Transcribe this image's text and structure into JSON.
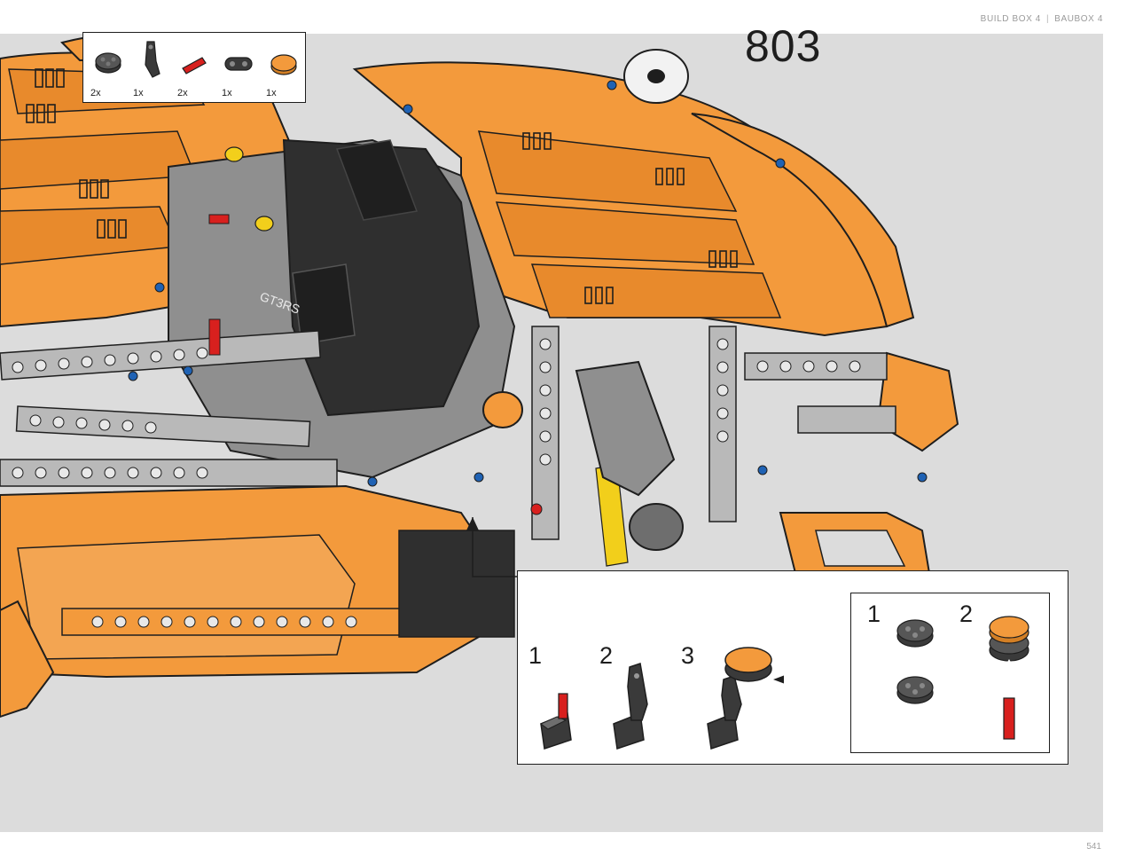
{
  "header": {
    "left": "BUILD BOX 4",
    "right": "BAUBOX 4"
  },
  "step": {
    "number": "803"
  },
  "parts_list": [
    {
      "qty": "2x",
      "icon": "dark-gray-round-plate-icon"
    },
    {
      "qty": "1x",
      "icon": "dark-gray-angled-connector-icon"
    },
    {
      "qty": "2x",
      "icon": "red-axle-pin-icon"
    },
    {
      "qty": "1x",
      "icon": "black-beam-icon"
    },
    {
      "qty": "1x",
      "icon": "orange-round-tile-icon"
    }
  ],
  "callout": {
    "steps": [
      "1",
      "2",
      "3"
    ],
    "sub_steps": [
      "1",
      "2"
    ]
  },
  "footer": {
    "page_number": "541"
  },
  "colors": {
    "orange": "#f39a3c",
    "dark_gray": "#3a3a3a",
    "light_gray": "#b9b9b9",
    "red": "#d8201e",
    "blue": "#1f62b4",
    "yellow": "#f2cf1b",
    "background": "#dcdcdc"
  }
}
